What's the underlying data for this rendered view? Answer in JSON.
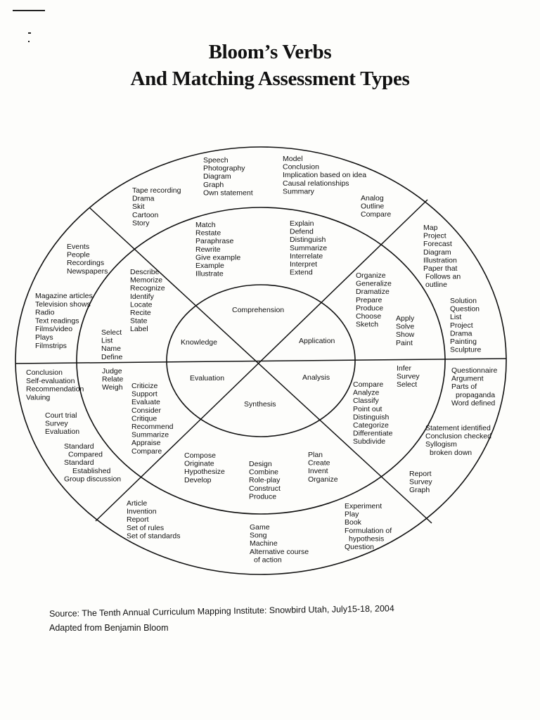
{
  "title_line1": "Bloom’s Verbs",
  "title_line2": "And Matching Assessment Types",
  "source_line1": "Source: The Tenth Annual Curriculum Mapping Institute: Snowbird Utah, July15-18, 2004",
  "source_line2": "Adapted from Benjamin Bloom",
  "inner_circle": [
    {
      "id": "comprehension",
      "label": "Comprehension"
    },
    {
      "id": "knowledge",
      "label": "Knowledge"
    },
    {
      "id": "application",
      "label": "Application"
    },
    {
      "id": "evaluation",
      "label": "Evaluation"
    },
    {
      "id": "analysis",
      "label": "Analysis"
    },
    {
      "id": "synthesis",
      "label": "Synthesis"
    }
  ],
  "verb_ring": [
    {
      "id": "comprehension-verbs-a",
      "lines": [
        "Match",
        "Restate",
        "Paraphrase",
        "Rewrite",
        "Give example",
        "Example",
        "Illustrate"
      ]
    },
    {
      "id": "comprehension-verbs-b",
      "lines": [
        "Explain",
        "Defend",
        "Distinguish",
        "Summarize",
        "Interrelate",
        "Interpret",
        "Extend"
      ]
    },
    {
      "id": "knowledge-verbs-a",
      "lines": [
        "Describe",
        "Memorize",
        "Recognize",
        "Identify",
        "Locate",
        "Recite",
        "State",
        "Label"
      ]
    },
    {
      "id": "knowledge-verbs-b",
      "lines": [
        "Select",
        "List",
        "Name",
        "Define"
      ]
    },
    {
      "id": "application-verbs-a",
      "lines": [
        "Organize",
        "Generalize",
        "Dramatize",
        "Prepare",
        "Produce",
        "Choose",
        "Sketch"
      ]
    },
    {
      "id": "application-verbs-b",
      "lines": [
        "Apply",
        "Solve",
        "Show",
        "Paint"
      ]
    },
    {
      "id": "evaluation-verbs-a",
      "lines": [
        "Judge",
        "Relate",
        "Weigh"
      ]
    },
    {
      "id": "evaluation-verbs-b",
      "lines": [
        "Criticize",
        "Support",
        "Evaluate",
        "Consider",
        "Critique",
        "Recommend",
        "Summarize",
        "Appraise",
        "Compare"
      ]
    },
    {
      "id": "analysis-verbs-a",
      "lines": [
        "Infer",
        "Survey",
        "Select"
      ]
    },
    {
      "id": "analysis-verbs-b",
      "lines": [
        "Compare",
        "Analyze",
        "Classify",
        "Point out",
        "Distinguish",
        "Categorize",
        "Differentiate",
        "Subdivide"
      ]
    },
    {
      "id": "synthesis-verbs-a",
      "lines": [
        "Compose",
        "Originate",
        "Hypothesize",
        "Develop"
      ]
    },
    {
      "id": "synthesis-verbs-b",
      "lines": [
        "Design",
        "Combine",
        "Role-play",
        "Construct",
        "Produce"
      ]
    },
    {
      "id": "synthesis-verbs-c",
      "lines": [
        "Plan",
        "Create",
        "Invent",
        "Organize"
      ]
    }
  ],
  "assessment_ring": [
    {
      "id": "assess-top-a",
      "lines": [
        "Speech",
        "Photography",
        "Diagram",
        "Graph",
        "Own statement"
      ]
    },
    {
      "id": "assess-top-b",
      "lines": [
        "Model",
        "Conclusion",
        "Implication based on idea",
        "Causal relationships",
        "Summary"
      ]
    },
    {
      "id": "assess-top-c",
      "lines": [
        "Analog",
        "Outline",
        "Compare"
      ]
    },
    {
      "id": "assess-top-d",
      "lines": [
        "Tape recording",
        "Drama",
        "Skit",
        "Cartoon",
        "Story"
      ]
    },
    {
      "id": "assess-left-a",
      "lines": [
        "Events",
        "People",
        "Recordings",
        "Newspapers"
      ]
    },
    {
      "id": "assess-left-b",
      "lines": [
        "Magazine articles",
        "Television shows",
        "Radio",
        "Text readings",
        "Films/video",
        "Plays",
        "Filmstrips"
      ]
    },
    {
      "id": "assess-right-a",
      "lines": [
        "Map",
        "Project",
        "Forecast",
        "Diagram",
        "Illustration",
        "Paper that",
        " Follows an",
        " outline"
      ]
    },
    {
      "id": "assess-right-b",
      "lines": [
        "Solution",
        "Question",
        "List",
        "Project",
        "Drama",
        "Painting",
        "Sculpture"
      ]
    },
    {
      "id": "assess-left-c",
      "lines": [
        "Conclusion",
        "Self-evaluation",
        "Recommendation",
        "Valuing"
      ]
    },
    {
      "id": "assess-left-d",
      "lines": [
        "Court trial",
        "Survey",
        "Evaluation"
      ]
    },
    {
      "id": "assess-left-e",
      "lines": [
        "Standard",
        "  Compared",
        "Standard",
        "    Established",
        "Group discussion"
      ]
    },
    {
      "id": "assess-right-c",
      "lines": [
        "Questionnaire",
        "Argument",
        "Parts of",
        "  propaganda",
        "Word defined"
      ]
    },
    {
      "id": "assess-right-d",
      "lines": [
        "Statement identified",
        "Conclusion checked",
        "Syllogism",
        "  broken down"
      ]
    },
    {
      "id": "assess-right-e",
      "lines": [
        "Report",
        "Survey",
        "Graph"
      ]
    },
    {
      "id": "assess-bottom-a",
      "lines": [
        "Article",
        "Invention",
        "Report",
        "Set of rules",
        "Set of standards"
      ]
    },
    {
      "id": "assess-bottom-b",
      "lines": [
        "Game",
        "Song",
        "Machine",
        "Alternative course",
        "  of action"
      ]
    },
    {
      "id": "assess-bottom-c",
      "lines": [
        "Experiment",
        "Play",
        "Book",
        "Formulation of",
        "  hypothesis",
        "Question"
      ]
    }
  ]
}
